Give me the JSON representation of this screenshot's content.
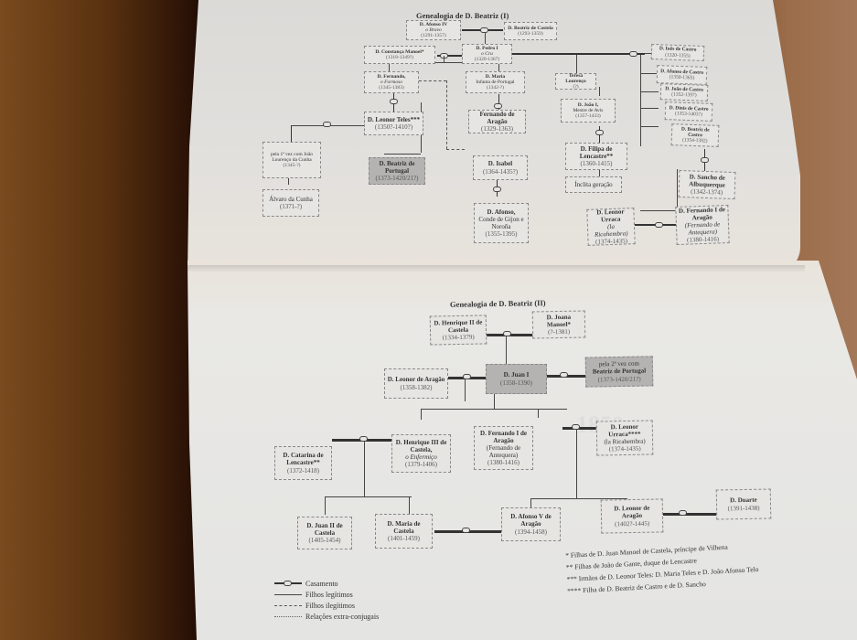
{
  "document": {
    "type": "book spread photograph",
    "top_page": {
      "title": "Genealogia de D. Beatriz (I)",
      "persons": [
        {
          "id": "afonso4",
          "name": "D. Afonso IV",
          "epithet": "o Bravo",
          "dates": "(1291-1357)"
        },
        {
          "id": "beatriz_castela",
          "name": "D. Beatriz de Castela",
          "dates": "(1293-1359)"
        },
        {
          "id": "constanca",
          "name": "D. Constança Manoel*",
          "dates": "(1318-1349?)"
        },
        {
          "id": "pedro1",
          "name": "D. Pedro I",
          "epithet": "o Cru",
          "dates": "(1320-1367)"
        },
        {
          "id": "ines",
          "name": "D. Inês de Castro",
          "dates": "(1320-1355)"
        },
        {
          "id": "fernando",
          "name": "D. Fernando,",
          "epithet": "o Formoso",
          "dates": "(1345-1383)"
        },
        {
          "id": "maria_infanta",
          "name": "D. Maria",
          "epithet_plain": "Infanta de Portugal",
          "dates": "(1342-?)"
        },
        {
          "id": "teresa",
          "name": "Teresa Lourenço",
          "dates": "(?)"
        },
        {
          "id": "afonso_castro",
          "name": "D. Afonso de Castro",
          "dates": "(1350-1365)"
        },
        {
          "id": "joao_castro",
          "name": "D. João de Castro",
          "dates": "(1352-1397)"
        },
        {
          "id": "dinis_castro",
          "name": "D. Dinis de Castro",
          "dates": "(1353-1403?)"
        },
        {
          "id": "beatriz_castro",
          "name": "D. Beatriz de Castro",
          "dates": "(1354-1382)"
        },
        {
          "id": "leonor_teles",
          "name": "D. Leonor Teles***",
          "dates": "(1350?-1410?)"
        },
        {
          "id": "fernando_aragao",
          "name": "Fernando de Aragão",
          "dates": "(1329-1363)"
        },
        {
          "id": "joao1",
          "name": "D. João I,",
          "epithet_plain": "Mestre de Avis",
          "dates": "(1357-1433)"
        },
        {
          "id": "joao_lourenco",
          "name_plain": "pela 1ª vez com João Lourenço da Cunha",
          "dates": "(1345-?)"
        },
        {
          "id": "beatriz_portugal",
          "name": "D. Beatriz de Portugal",
          "dates": "(1373-1420/21?)"
        },
        {
          "id": "isabel",
          "name": "D. Isabel",
          "dates": "(1364-1435?)"
        },
        {
          "id": "filipa",
          "name": "D. Filipa de Lencastre**",
          "dates": "(1360-1415)"
        },
        {
          "id": "sancho",
          "name": "D. Sancho de Albuquerque",
          "dates": "(1342-1374)"
        },
        {
          "id": "alvaro",
          "name_plain": "Álvaro da Cunha",
          "dates": "(1371-?)"
        },
        {
          "id": "inclita",
          "name_plain": "Ínclita geração"
        },
        {
          "id": "afonso_conde",
          "name": "D. Afonso,",
          "epithet_plain": "Conde de Gijon e Noroña",
          "dates": "(1355-1395)"
        },
        {
          "id": "leonor_urraca",
          "name": "D. Leonor Urraca",
          "epithet": "(la Ricahembra)",
          "dates": "(1374-1435)"
        },
        {
          "id": "fernando1_aragao",
          "name": "D. Fernando I de Aragão",
          "epithet": "(Fernando de Antequera)",
          "dates": "(1380-1416)"
        }
      ]
    },
    "bottom_page": {
      "title": "Genealogia de D. Beatriz (II)",
      "persons": [
        {
          "id": "henrique2",
          "name": "D. Henrique II de Castela",
          "dates": "(1334-1379)"
        },
        {
          "id": "joana",
          "name": "D. Joana Manoel*",
          "dates": "(?-1381)"
        },
        {
          "id": "leonor_aragao",
          "name": "D. Leonor de Aragão",
          "dates": "(1358-1382)"
        },
        {
          "id": "juan1",
          "name": "D. Juan I",
          "dates": "(1358-1390)"
        },
        {
          "id": "beatriz2",
          "name_plain": "pela 2ª vez com",
          "name": "Beatriz de Portugal",
          "dates": "(1373-1420/21?)"
        },
        {
          "id": "catarina",
          "name": "D. Catarina de Lencastre**",
          "dates": "(1372-1418)"
        },
        {
          "id": "henrique3",
          "name": "D. Henrique III de Castela,",
          "epithet": "o Enfermiço",
          "dates": "(1379-1406)"
        },
        {
          "id": "fernando1",
          "name": "D. Fernando I de Aragão",
          "epithet_plain": "(Fernando de Antequera)",
          "dates": "(1380-1416)"
        },
        {
          "id": "leonor_urraca2",
          "name": "D. Leonor Urraca****",
          "epithet_plain": "(la Ricahembra)",
          "dates": "(1374-1435)"
        },
        {
          "id": "juan2",
          "name": "D. Juan II de Castela",
          "dates": "(1405-1454)"
        },
        {
          "id": "maria_castela",
          "name": "D. Maria de Castela",
          "dates": "(1401-1459)"
        },
        {
          "id": "afonso5",
          "name": "D. Afonso V de Aragão",
          "dates": "(1394-1458)"
        },
        {
          "id": "leonor_aragao2",
          "name": "D. Leonor de Aragão",
          "dates": "(1402?-1445)"
        },
        {
          "id": "duarte",
          "name": "D. Duarte",
          "dates": "(1391-1438)"
        }
      ],
      "legend": [
        {
          "symbol": "marriage-ring",
          "label": "Casamento"
        },
        {
          "symbol": "solid-line",
          "label": "Filhos legítimos"
        },
        {
          "symbol": "dashed-line",
          "label": "Filhos ilegítimos"
        },
        {
          "symbol": "dotted-line",
          "label": "Relações extra-conjugais"
        }
      ],
      "notes": [
        "* Filhas de D. Juan Manoel de Castela, príncipe de Vilhena",
        "** Filhas de João de Gante, duque de Lencastre",
        "*** Irmãos de D. Leonor Teles: D. Maria Teles e D. João Afonso Telo",
        "**** Filha de D. Beatriz de Castro e de D. Sancho"
      ]
    }
  }
}
